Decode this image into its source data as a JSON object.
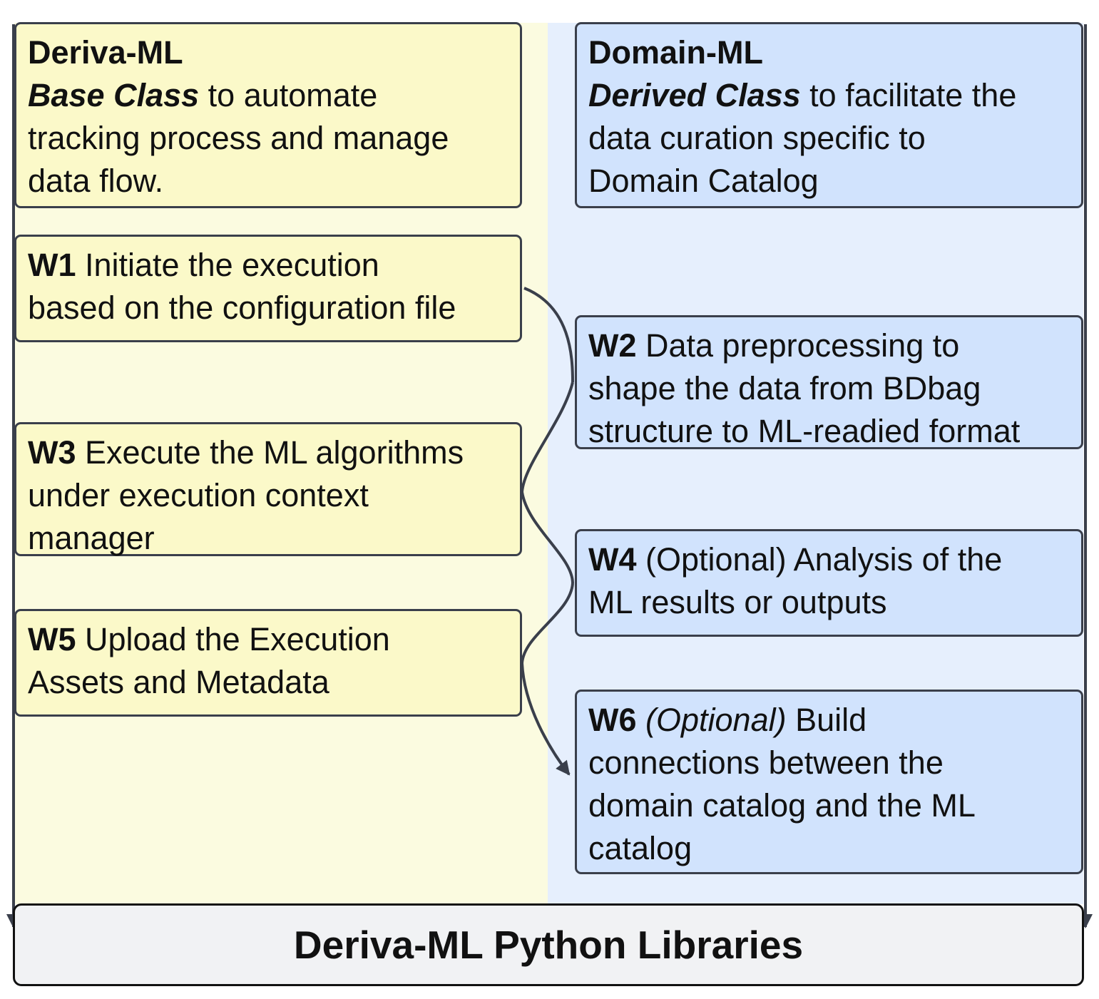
{
  "title": "Deriva-ML Python Libraries",
  "deriva": {
    "heading": "Deriva-ML",
    "emph": "Base Class",
    "line1_rest": " to automate",
    "line2": "tracking process and manage",
    "line3": "data flow."
  },
  "domain": {
    "heading": "Domain-ML",
    "emph": "Derived Class",
    "line1_rest": " to facilitate the",
    "line2": "data curation specific to",
    "line3": "Domain Catalog"
  },
  "steps": {
    "w1": {
      "id": "W1",
      "line1": " Initiate the execution",
      "line2": "based on the configuration file"
    },
    "w2": {
      "id": "W2",
      "line1": " Data preprocessing to",
      "line2": "shape the data from BDbag",
      "line3": "structure to ML-readied format"
    },
    "w3": {
      "id": "W3",
      "line1": " Execute the ML algorithms",
      "line2": "under execution context",
      "line3": "manager"
    },
    "w4": {
      "id": "W4",
      "line1": " (Optional) Analysis of the",
      "line2": "ML results or outputs"
    },
    "w5": {
      "id": "W5",
      "line1": " Upload the Execution",
      "line2": "Assets and Metadata"
    },
    "w6": {
      "id": "W6",
      "optional": " (Optional)",
      "line1": " Build",
      "line2": "connections between the",
      "line3": "domain catalog and the ML",
      "line4": "catalog"
    }
  },
  "colors": {
    "left_lane": "#fbfbe0",
    "right_lane": "#e6effd",
    "yellow_box": "#fbf9c9",
    "blue_box": "#d1e3fd",
    "libraries_box": "#f1f2f4",
    "connector": "#3a3f4b"
  }
}
